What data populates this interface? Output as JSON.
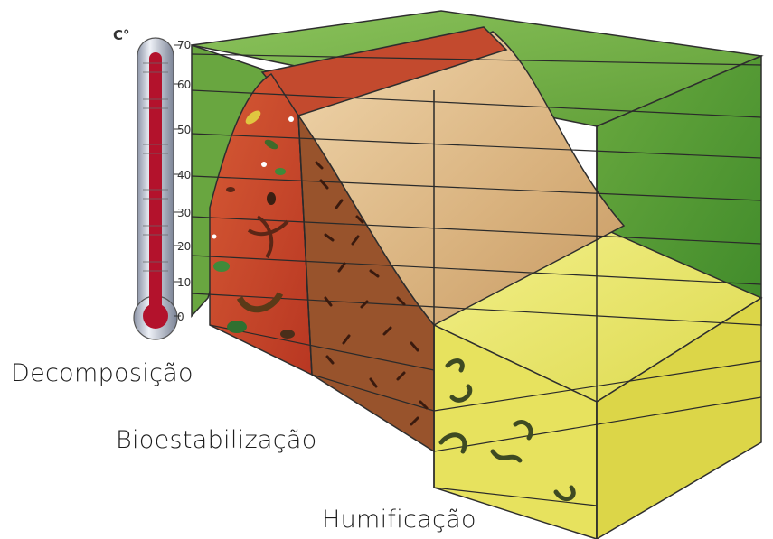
{
  "thermometer": {
    "unit": "C°",
    "scale": [
      "70",
      "60",
      "50",
      "40",
      "30",
      "20",
      "10",
      "0"
    ]
  },
  "stages": {
    "decomposition": "Decomposição",
    "bioestabilization": "Bioestabilização",
    "humification": "Humificação"
  },
  "colors": {
    "grass": "#6fae45",
    "grass_dark": "#4f8f2c",
    "red_pile": "#c9462a",
    "brown_pile": "#8f4a27",
    "sand": "#e5c79a",
    "yellow": "#e9e86a",
    "mercury": "#b3122c"
  }
}
